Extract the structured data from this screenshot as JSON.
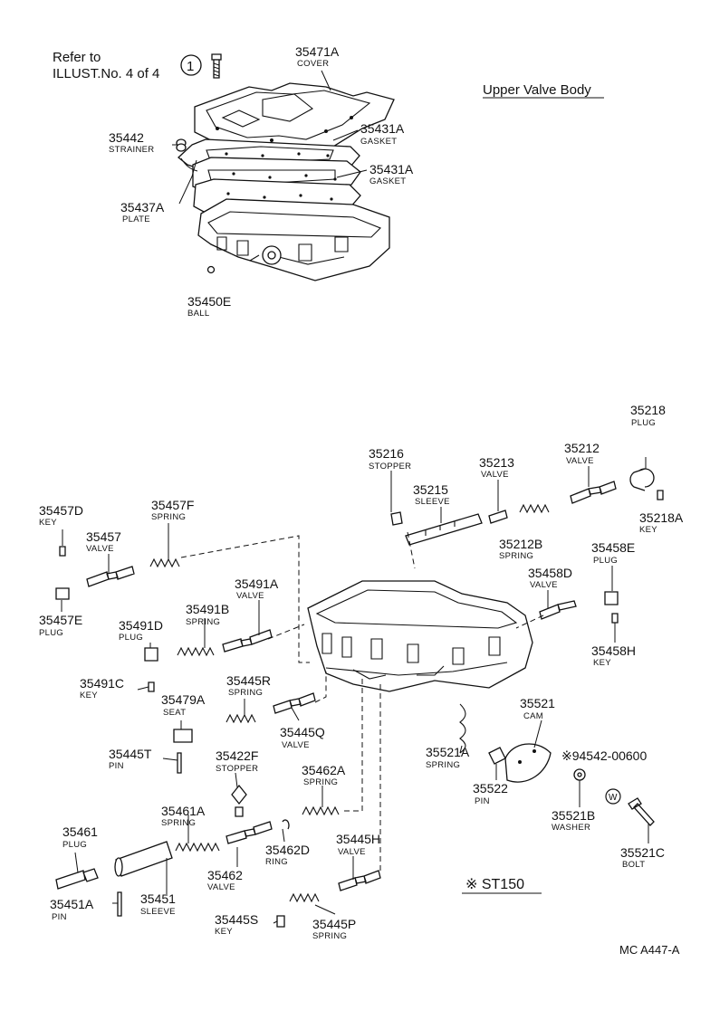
{
  "header": {
    "refer_line1": "Refer to",
    "refer_line2": "ILLUST.No. 4 of 4",
    "refer_marker": "1",
    "title": "Upper Valve Body"
  },
  "parts": {
    "p35471A": {
      "number": "35471A",
      "name": "COVER"
    },
    "p35431A_1": {
      "number": "35431A",
      "name": "GASKET"
    },
    "p35442": {
      "number": "35442",
      "name": "STRAINER"
    },
    "p35431A_2": {
      "number": "35431A",
      "name": "GASKET"
    },
    "p35437A": {
      "number": "35437A",
      "name": "PLATE"
    },
    "p35450E": {
      "number": "35450E",
      "name": "BALL"
    },
    "p35218": {
      "number": "35218",
      "name": "PLUG"
    },
    "p35216": {
      "number": "35216",
      "name": "STOPPER"
    },
    "p35213": {
      "number": "35213",
      "name": "VALVE"
    },
    "p35212": {
      "number": "35212",
      "name": "VALVE"
    },
    "p35215": {
      "number": "35215",
      "name": "SLEEVE"
    },
    "p35218A": {
      "number": "35218A",
      "name": "KEY"
    },
    "p35212B": {
      "number": "35212B",
      "name": "SPRING"
    },
    "p35457D": {
      "number": "35457D",
      "name": "KEY"
    },
    "p35457F": {
      "number": "35457F",
      "name": "SPRING"
    },
    "p35457": {
      "number": "35457",
      "name": "VALVE"
    },
    "p35458E": {
      "number": "35458E",
      "name": "PLUG"
    },
    "p35458D": {
      "number": "35458D",
      "name": "VALVE"
    },
    "p35491A": {
      "number": "35491A",
      "name": "VALVE"
    },
    "p35457E": {
      "number": "35457E",
      "name": "PLUG"
    },
    "p35491B": {
      "number": "35491B",
      "name": "SPRING"
    },
    "p35491D": {
      "number": "35491D",
      "name": "PLUG"
    },
    "p35458H": {
      "number": "35458H",
      "name": "KEY"
    },
    "p35491C": {
      "number": "35491C",
      "name": "KEY"
    },
    "p35445R": {
      "number": "35445R",
      "name": "SPRING"
    },
    "p35479A": {
      "number": "35479A",
      "name": "SEAT"
    },
    "p35521": {
      "number": "35521",
      "name": "CAM"
    },
    "p35445Q": {
      "number": "35445Q",
      "name": "VALVE"
    },
    "p35445T": {
      "number": "35445T",
      "name": "PIN"
    },
    "p35521A": {
      "number": "35521A",
      "name": "SPRING"
    },
    "p94542": {
      "number": "※94542-00600",
      "name": ""
    },
    "p35422F": {
      "number": "35422F",
      "name": "STOPPER"
    },
    "p35462A": {
      "number": "35462A",
      "name": "SPRING"
    },
    "p35522": {
      "number": "35522",
      "name": "PIN"
    },
    "p35461A": {
      "number": "35461A",
      "name": "SPRING"
    },
    "p35521B": {
      "number": "35521B",
      "name": "WASHER"
    },
    "p35461": {
      "number": "35461",
      "name": "PLUG"
    },
    "p35462D": {
      "number": "35462D",
      "name": "RING"
    },
    "p35445H": {
      "number": "35445H",
      "name": "VALVE"
    },
    "p35521C": {
      "number": "35521C",
      "name": "BOLT"
    },
    "p35462": {
      "number": "35462",
      "name": "VALVE"
    },
    "p35451A": {
      "number": "35451A",
      "name": "PIN"
    },
    "p35451": {
      "number": "35451",
      "name": "SLEEVE"
    },
    "p35445S": {
      "number": "35445S",
      "name": "KEY"
    },
    "p35445P": {
      "number": "35445P",
      "name": "SPRING"
    }
  },
  "notes": {
    "w_marker": "W",
    "st150": "※ ST150",
    "code": "MC A447-A"
  }
}
